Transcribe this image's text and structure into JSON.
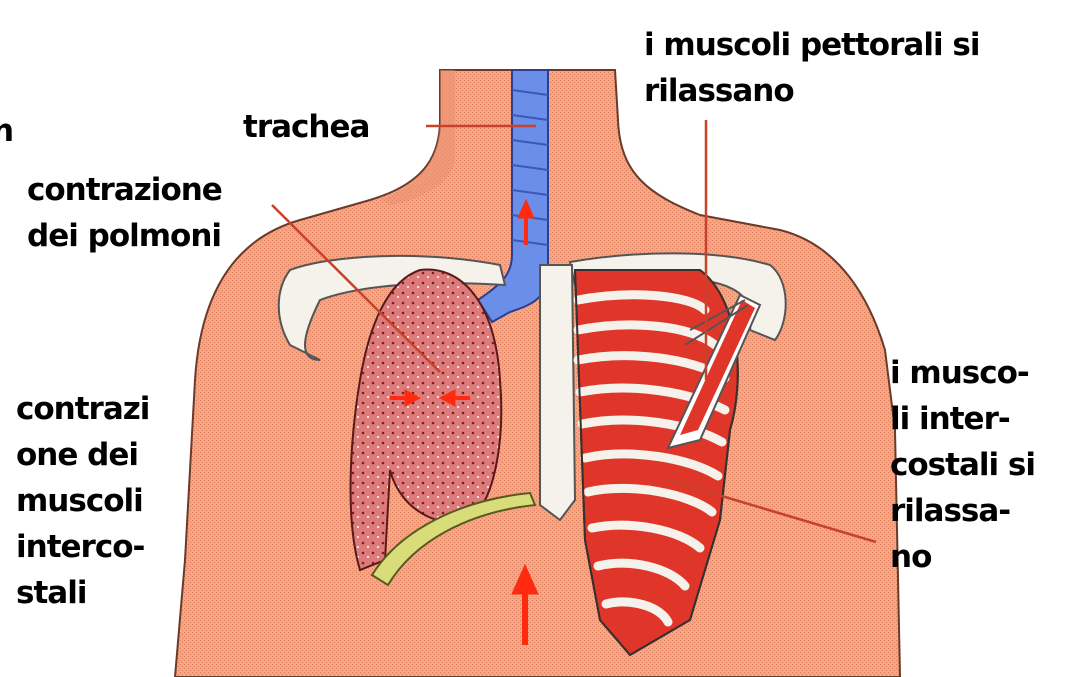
{
  "labels": {
    "trachea": "trachea",
    "lungs_contraction": [
      "contrazione",
      "dei polmoni"
    ],
    "intercostal_contraction": [
      "contrazi",
      "one dei",
      "muscoli",
      "interco-",
      "stali"
    ],
    "pectoral_relax": [
      "i muscoli pettorali si",
      "rilassano"
    ],
    "intercostal_relax": [
      "i musco-",
      "li inter-",
      "costali si",
      "rilassa-",
      "no"
    ],
    "edge_fragment": "n"
  },
  "colors": {
    "skin": "#f2a882",
    "skin_shade": "#e58a66",
    "trachea": "#6b8ee8",
    "lung": "#d96a6a",
    "muscle": "#e0362a",
    "bone": "#f4f2ea",
    "diaphragm": "#d8dd7a",
    "pointer": "#c8422b",
    "arrow": "#ff2a10"
  }
}
